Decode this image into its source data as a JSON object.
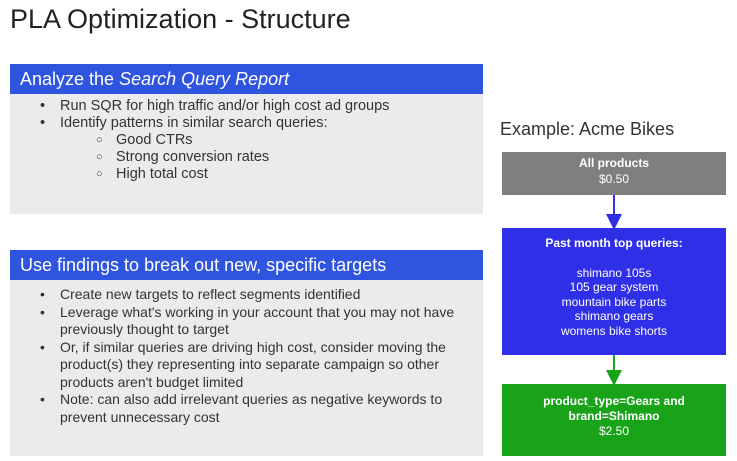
{
  "title": "PLA Optimization - Structure",
  "panel1": {
    "heading_plain": "Analyze the ",
    "heading_italic": "Search Query Report",
    "bullets": [
      "Run SQR for high traffic and/or high cost ad groups",
      "Identify patterns in similar search queries:"
    ],
    "sub_bullets": [
      "Good CTRs",
      "Strong conversion rates",
      "High total cost"
    ]
  },
  "panel2": {
    "heading": "Use findings to break out new, specific targets",
    "bullets": [
      "Create new targets to reflect segments identified",
      "Leverage what's working in your account that you may not have previously thought to target",
      "Or, if similar queries are driving high cost, consider moving the product(s) they representing into separate campaign so other products aren't budget limited",
      "Note: can also add irrelevant queries as negative keywords to prevent unnecessary cost"
    ]
  },
  "example": {
    "label": "Example: Acme Bikes",
    "box1": {
      "title": "All products",
      "value": "$0.50"
    },
    "box2": {
      "title": "Past month top queries:",
      "queries": [
        "shimano 105s",
        "105 gear system",
        "mountain bike parts",
        "shimano gears",
        "womens bike shorts"
      ]
    },
    "box3": {
      "line1": "product_type=Gears and",
      "line2": "brand=Shimano",
      "value": "$2.50"
    }
  },
  "colors": {
    "heading_blue": "#2f54e0",
    "gray_box": "#7f7f7f",
    "blue_box": "#2f2fe8",
    "green_box": "#18a318"
  }
}
